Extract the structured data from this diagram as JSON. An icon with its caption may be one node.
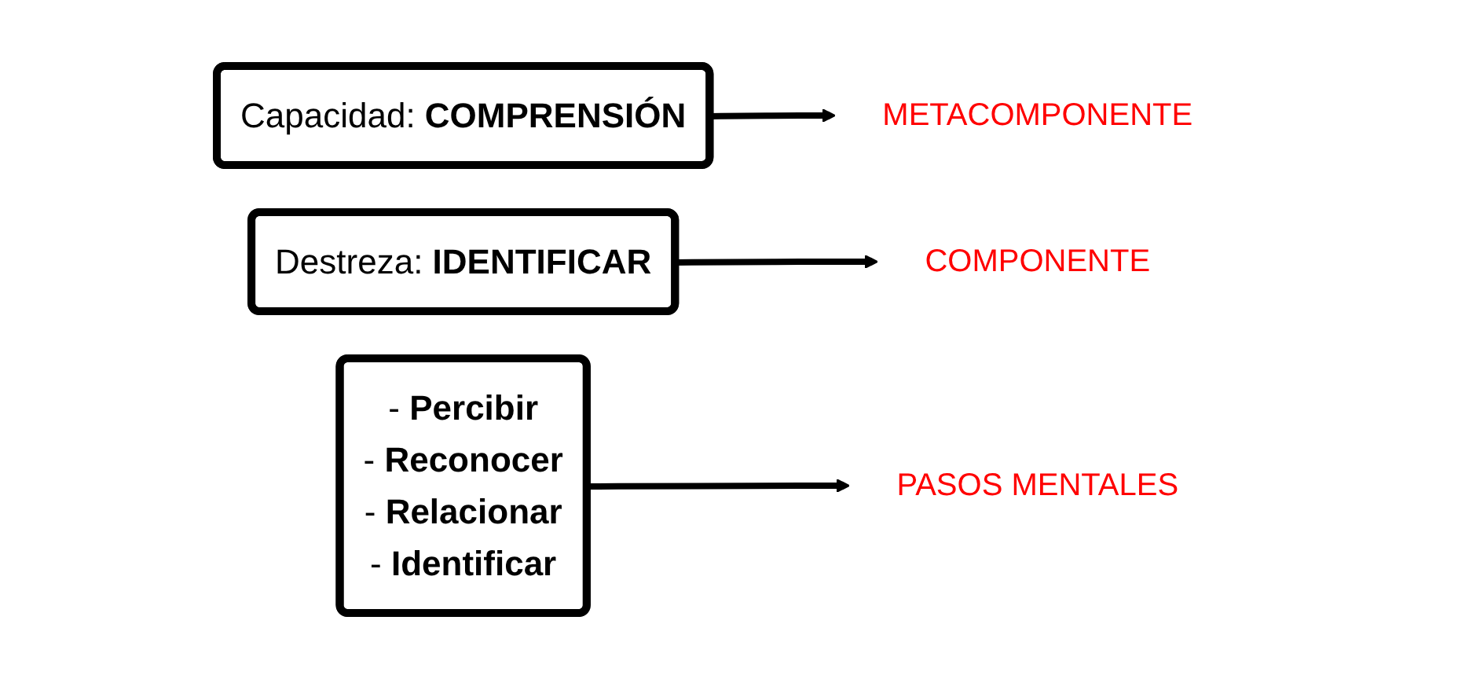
{
  "diagram": {
    "nodes": [
      {
        "text": [
          "Capacidad: **COMPRENSIÓN**"
        ]
      },
      {
        "text": [
          "Destreza: **IDENTIFICAR**"
        ]
      },
      {
        "text": [
          "- **Percibir**",
          "- **Reconocer**",
          "- **Relacionar**",
          "- **Identificar**"
        ]
      },
      {
        "text": [
          "METACOMPONENTE"
        ]
      },
      {
        "text": [
          "COMPONENTE"
        ]
      },
      {
        "text": [
          "PASOS MENTALES"
        ]
      }
    ],
    "edges": [
      {
        "from": 0,
        "to": 3,
        "arrow": "to"
      },
      {
        "from": 1,
        "to": 4,
        "arrow": "to"
      },
      {
        "from": 2,
        "to": 5,
        "arrow": "to"
      }
    ]
  }
}
